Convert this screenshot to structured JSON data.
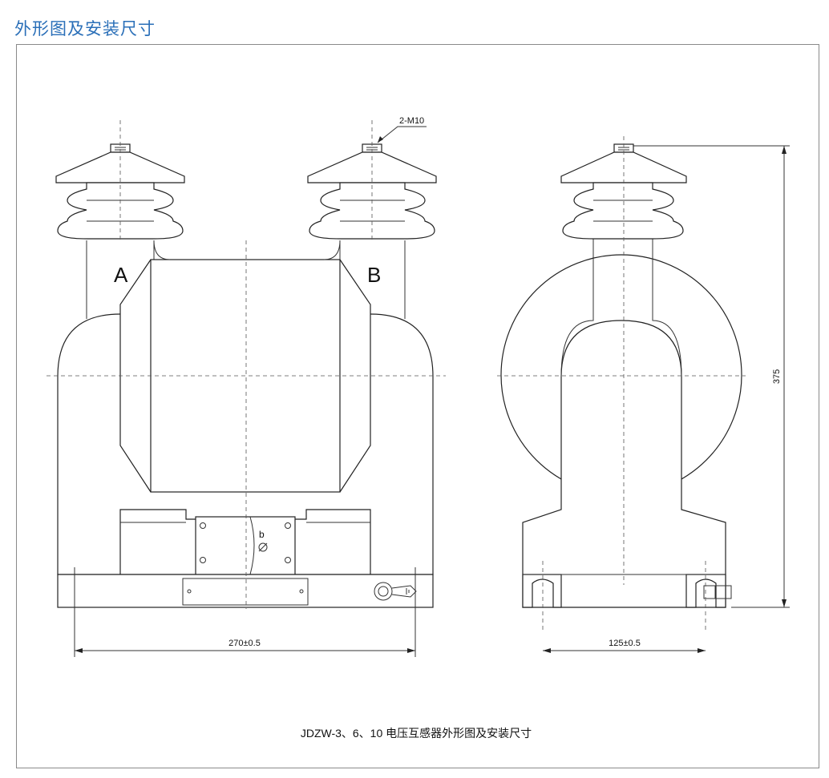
{
  "header": {
    "title": "外形图及安装尺寸"
  },
  "drawing": {
    "phase_a": "A",
    "phase_b": "B",
    "thread_spec": "2-M10",
    "plate_mark": "b",
    "dim_width": "270±0.5",
    "dim_depth": "125±0.5",
    "dim_height": "375",
    "caption": "JDZW-3、6、10 电压互感器外形图及安装尺寸"
  }
}
